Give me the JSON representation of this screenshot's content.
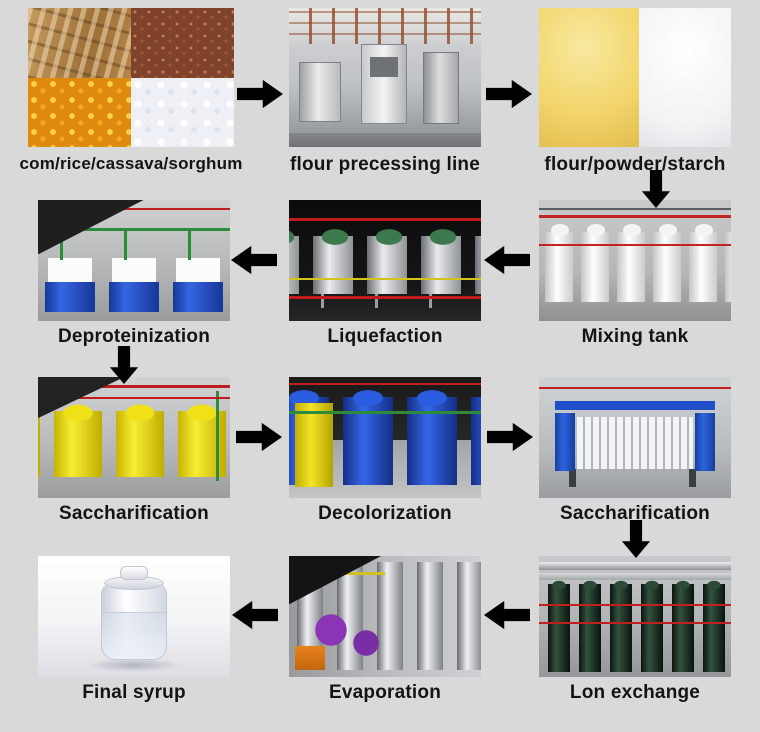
{
  "colors": {
    "page_background": "#d9d9d9",
    "arrow": "#000000",
    "caption_text": "#141414"
  },
  "cells": [
    {
      "id": "raw-materials",
      "label": "com/rice/cassava/sorghum"
    },
    {
      "id": "flour-processing-line",
      "label": "flour precessing line"
    },
    {
      "id": "flour-powder-starch",
      "label": "flour/powder/starch"
    },
    {
      "id": "mixing-tank",
      "label": "Mixing tank"
    },
    {
      "id": "liquefaction",
      "label": "Liquefaction"
    },
    {
      "id": "deproteinization",
      "label": "Deproteinization"
    },
    {
      "id": "saccharification",
      "label": "Saccharification"
    },
    {
      "id": "decolorization",
      "label": "Decolorization"
    },
    {
      "id": "saccharification-filter",
      "label": "Saccharification"
    },
    {
      "id": "ion-exchange",
      "label": "Lon exchange"
    },
    {
      "id": "evaporation",
      "label": "Evaporation"
    },
    {
      "id": "final-syrup",
      "label": "Final syrup"
    }
  ],
  "arrows": [
    {
      "dir": "right"
    },
    {
      "dir": "right"
    },
    {
      "dir": "down"
    },
    {
      "dir": "left"
    },
    {
      "dir": "left"
    },
    {
      "dir": "down"
    },
    {
      "dir": "right"
    },
    {
      "dir": "right"
    },
    {
      "dir": "down"
    },
    {
      "dir": "left"
    },
    {
      "dir": "left"
    }
  ]
}
